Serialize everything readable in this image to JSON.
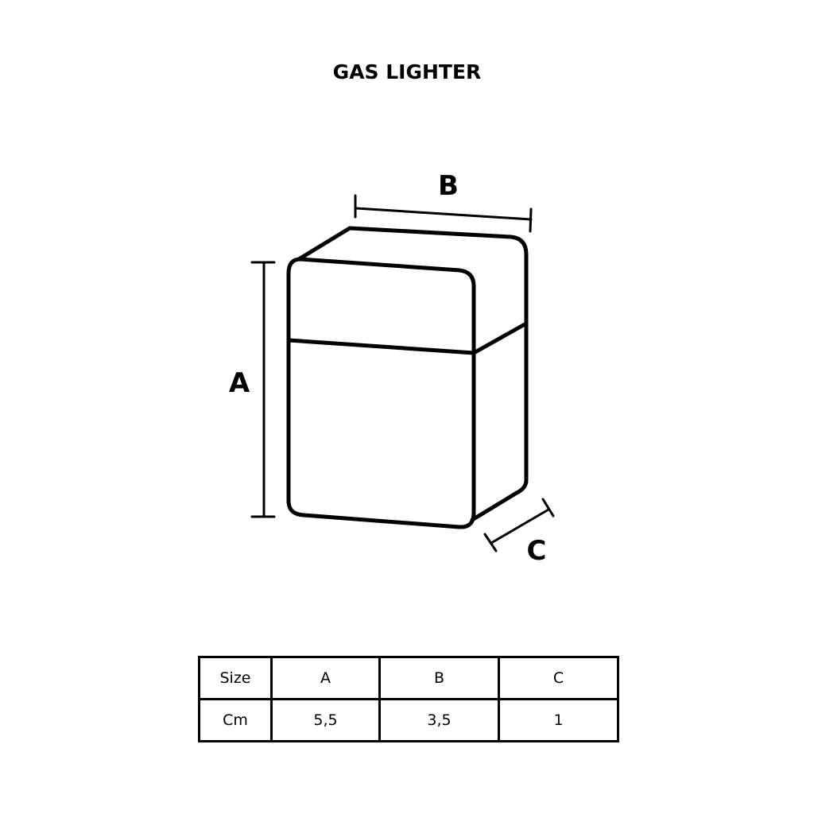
{
  "title": "GAS LIGHTER",
  "dimension_labels": {
    "a": "A",
    "b": "B",
    "c": "C"
  },
  "table": {
    "header": [
      "Size",
      "A",
      "B",
      "C"
    ],
    "rows": [
      [
        "Cm",
        "5,5",
        "3,5",
        "1"
      ]
    ]
  }
}
